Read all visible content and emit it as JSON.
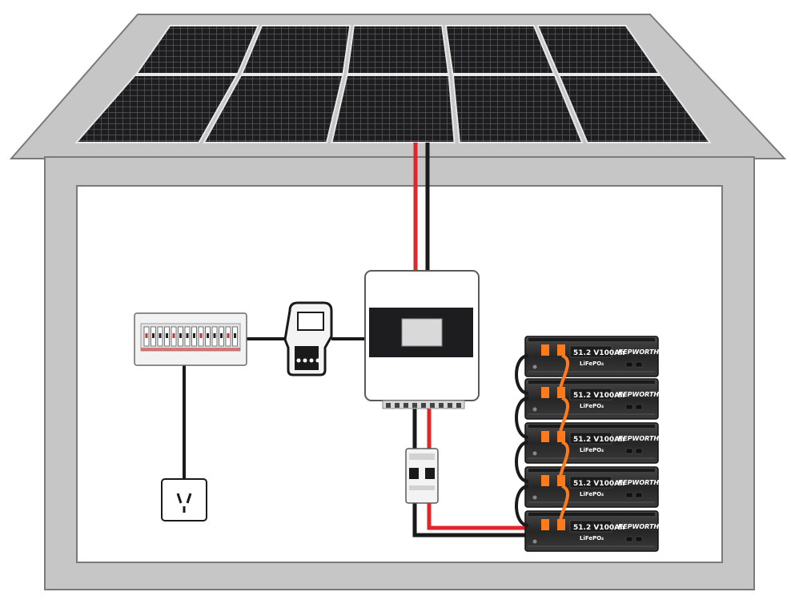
{
  "colors": {
    "house_frame": "#c6c6c6",
    "house_outline": "#7a7a7a",
    "interior": "#ffffff",
    "panel_cell": "#1d1d20",
    "panel_frame": "#dcdcdc",
    "wire_positive": "#e0262b",
    "wire_negative": "#1a1a1a",
    "battery_body": "#2b2b2b",
    "battery_label": "#ff7a1a"
  },
  "diagram": {
    "roof_icon": "solar-panel-array-icon",
    "components": [
      "solar-panels",
      "hybrid-inverter",
      "energy-meter",
      "distribution-board",
      "dc-breaker",
      "battery-stack",
      "wall-socket"
    ]
  },
  "battery": {
    "voltage": "51.2",
    "voltage_unit": "V",
    "capacity": "100Ah",
    "brand": "KEPWORTH",
    "chemistry": "LiFePO₄",
    "count": 5
  }
}
